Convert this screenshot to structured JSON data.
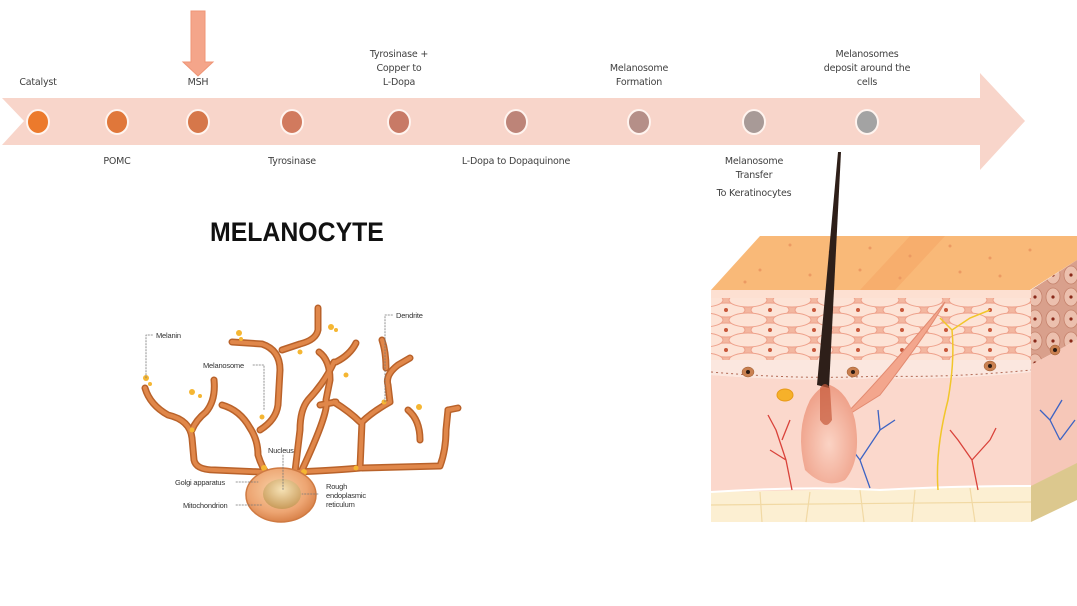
{
  "timeline": {
    "steps": [
      {
        "label": "Catalyst",
        "position": "above",
        "color": "#ec7a2c"
      },
      {
        "label": "POMC",
        "position": "below",
        "color": "#e0773a"
      },
      {
        "label": "MSH",
        "position": "above",
        "color": "#d6774a",
        "highlighted": true
      },
      {
        "label": "Tyrosinase",
        "position": "below",
        "color": "#d17a5e"
      },
      {
        "label": "Tyrosinase + Copper to L-Dopa",
        "lines": [
          "Tyrosinase +",
          "Copper to",
          "L-Dopa"
        ],
        "position": "above",
        "color": "#c87a66"
      },
      {
        "label": "L-Dopa to Dopaquinone",
        "position": "below",
        "color": "#bd8478"
      },
      {
        "label": "Melanosome Formation",
        "lines": [
          "Melanosome",
          "Formation"
        ],
        "position": "above",
        "color": "#b58f88"
      },
      {
        "label": "Melanosome Transfer To Keratinocytes",
        "lines": [
          "Melanosome",
          "Transfer",
          "To Keratinocytes"
        ],
        "position": "below",
        "color": "#a89a97"
      },
      {
        "label": "Melanosomes deposit around the cells",
        "lines": [
          "Melanosomes",
          "deposit around the",
          "cells"
        ],
        "position": "above",
        "color": "#a3a3a3"
      }
    ],
    "arrow_color": "#f8d5ca",
    "pointer_color": "#f4a58a"
  },
  "melanocyte": {
    "title": "MELANOCYTE",
    "labels": {
      "melanin": "Melanin",
      "melanosome": "Melanosome",
      "dendrite": "Dendrite",
      "nucleus": "Nucleus",
      "golgi": "Golgi apparatus",
      "mitochondrion": "Mitochondrion",
      "rer_1": "Rough",
      "rer_2": "endoplasmic",
      "rer_3": "reticulum"
    }
  }
}
